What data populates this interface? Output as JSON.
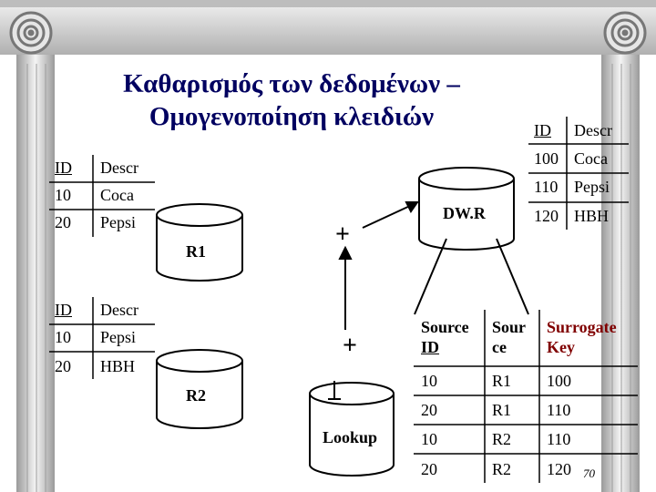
{
  "slide": {
    "title_line1": "Καθαρισμός των δεδομένων –",
    "title_line2": "Ομογενοποίηση κλειδιών",
    "page_number": "70"
  },
  "source1": {
    "headers": [
      "ID",
      "Descr"
    ],
    "rows": [
      [
        "10",
        "Coca"
      ],
      [
        "20",
        "Pepsi"
      ]
    ],
    "label": "R1"
  },
  "source2": {
    "headers": [
      "ID",
      "Descr"
    ],
    "rows": [
      [
        "10",
        "Pepsi"
      ],
      [
        "20",
        "HBH"
      ]
    ],
    "label": "R2"
  },
  "merge_symbol": "+",
  "warehouse": {
    "label": "DW.R",
    "headers": [
      "ID",
      "Descr"
    ],
    "rows": [
      [
        "100",
        "Coca"
      ],
      [
        "110",
        "Pepsi"
      ],
      [
        "120",
        "HBH"
      ]
    ]
  },
  "lookup": {
    "label": "Lookup",
    "headers": [
      "Source ID",
      "Sour ce",
      "Surrogate Key"
    ],
    "header_lines": [
      [
        "Source",
        "ID"
      ],
      [
        "Sour",
        "ce"
      ],
      [
        "Surrogate",
        "Key"
      ]
    ],
    "rows": [
      [
        "10",
        "R1",
        "100"
      ],
      [
        "20",
        "R1",
        "110"
      ],
      [
        "10",
        "R2",
        "110"
      ],
      [
        "20",
        "R2",
        "120"
      ]
    ]
  },
  "colors": {
    "frame": "#c8c8c8",
    "title": "#000060",
    "surrogate_header": "#800000"
  }
}
